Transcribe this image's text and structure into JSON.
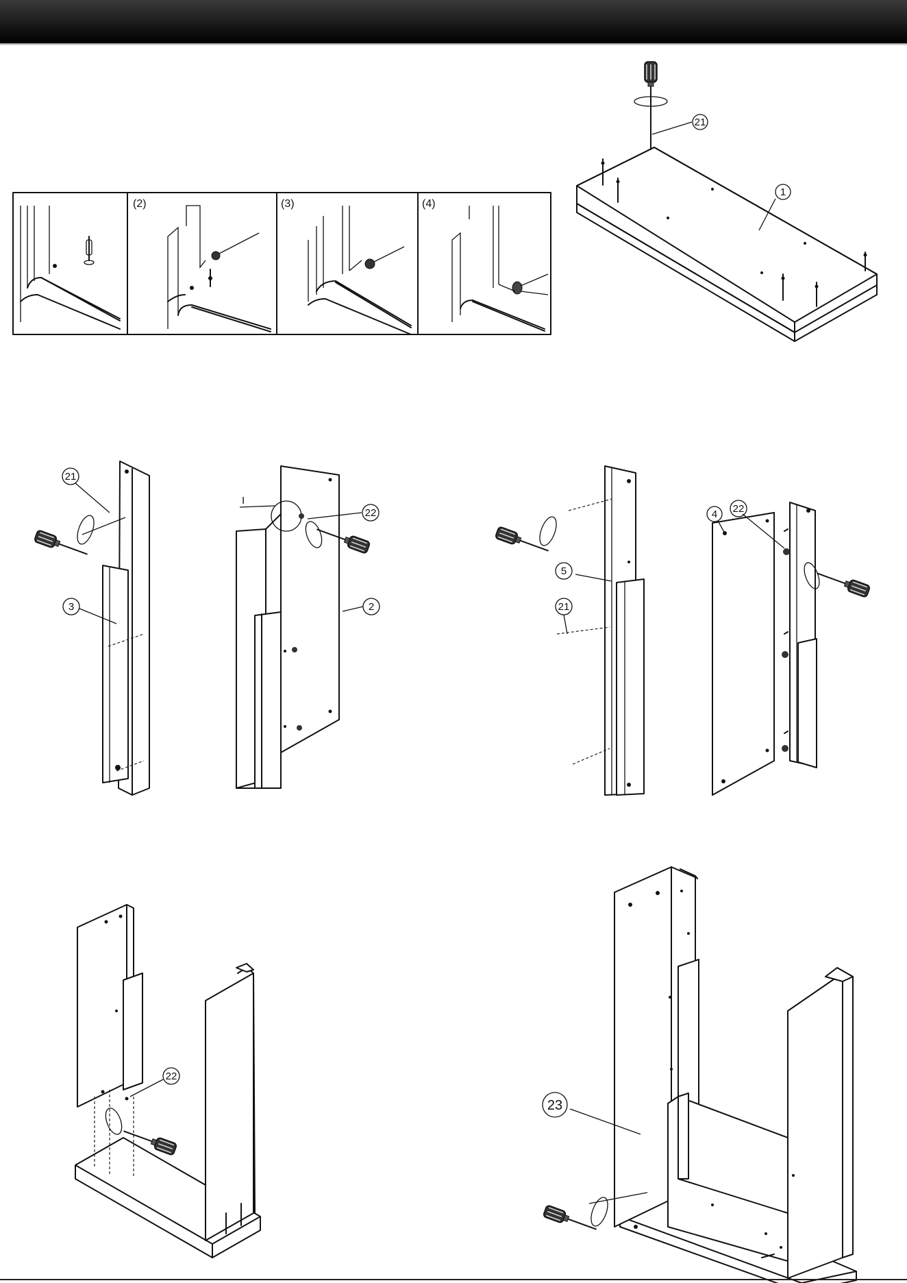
{
  "inset_steps": {
    "labels": [
      "(2)",
      "(3)",
      "(4)"
    ]
  },
  "callouts": {
    "c21_top": "21",
    "c1": "1",
    "c21_a": "21",
    "detail_i": "I",
    "c22_a": "22",
    "c3": "3",
    "c2": "2",
    "c5": "5",
    "c21_b": "21",
    "c4": "4",
    "c22_b": "22",
    "c22_c": "22",
    "c23": "23"
  },
  "colors": {
    "header": "#111111",
    "ink": "#111111"
  },
  "icons": [
    "screwdriver-icon",
    "rotation-arrow-icon",
    "screw-icon",
    "dowel-icon",
    "cam-lock-icon"
  ]
}
